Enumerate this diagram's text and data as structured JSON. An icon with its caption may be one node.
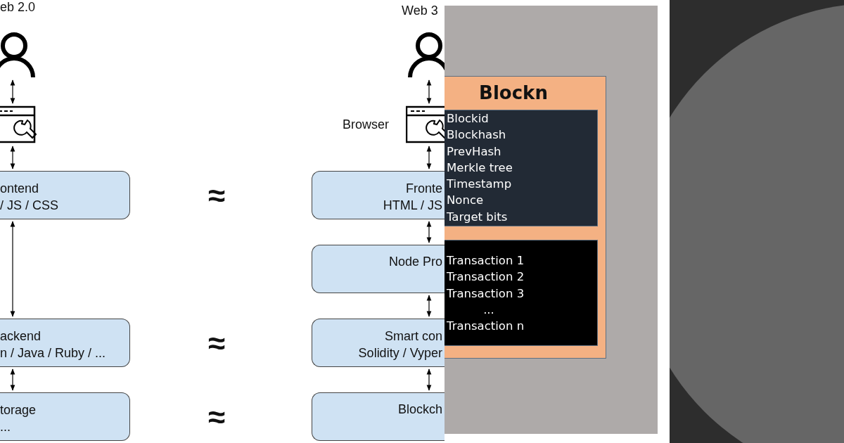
{
  "diagram": {
    "nodes": [
      {
        "text": [],
        "shape": "person"
      },
      {
        "text": [],
        "shape": "picture"
      },
      {
        "text": [
          "ontend",
          "/ JS / CSS"
        ]
      },
      {
        "text": [
          "ackend",
          "n / Java / Ruby / ..."
        ]
      },
      {
        "text": [
          "torage",
          "..."
        ]
      },
      {
        "text": [],
        "shape": "person"
      },
      {
        "text": [],
        "shape": "picture",
        "beside": [
          "Browser"
        ]
      },
      {
        "text": [
          "Fronte",
          "HTML / JS"
        ]
      },
      {
        "text": [
          "Node Pro"
        ]
      },
      {
        "text": [
          "Smart con",
          "Solidity / Vyper"
        ]
      },
      {
        "text": [
          "Blockch"
        ]
      },
      {
        "text": [
          "Blockn"
        ]
      },
      {
        "text": [
          "Blockid",
          "Blockhash",
          "PrevHash",
          "Merkle tree",
          "Timestamp",
          "Nonce",
          "Target bits"
        ],
        "in": 11
      },
      {
        "text": [
          "Transaction 1",
          "Transaction 2",
          "Transaction 3",
          "...",
          "Transaction n"
        ],
        "in": 11
      }
    ],
    "edges": [
      {
        "from": 0,
        "to": 1,
        "arrow": "both"
      },
      {
        "from": 1,
        "to": 2,
        "arrow": "both"
      },
      {
        "from": 2,
        "to": 3,
        "arrow": "both"
      },
      {
        "from": 3,
        "to": 4,
        "arrow": "both"
      },
      {
        "from": 5,
        "to": 6,
        "arrow": "both"
      },
      {
        "from": 6,
        "to": 7,
        "arrow": "both"
      },
      {
        "from": 7,
        "to": 8,
        "arrow": "both"
      },
      {
        "from": 8,
        "to": 9,
        "arrow": "both"
      },
      {
        "from": 9,
        "to": 10,
        "arrow": "both"
      }
    ],
    "labels": [
      "eb 2.0",
      "Web 3",
      "≈",
      "≈",
      "≈"
    ]
  }
}
